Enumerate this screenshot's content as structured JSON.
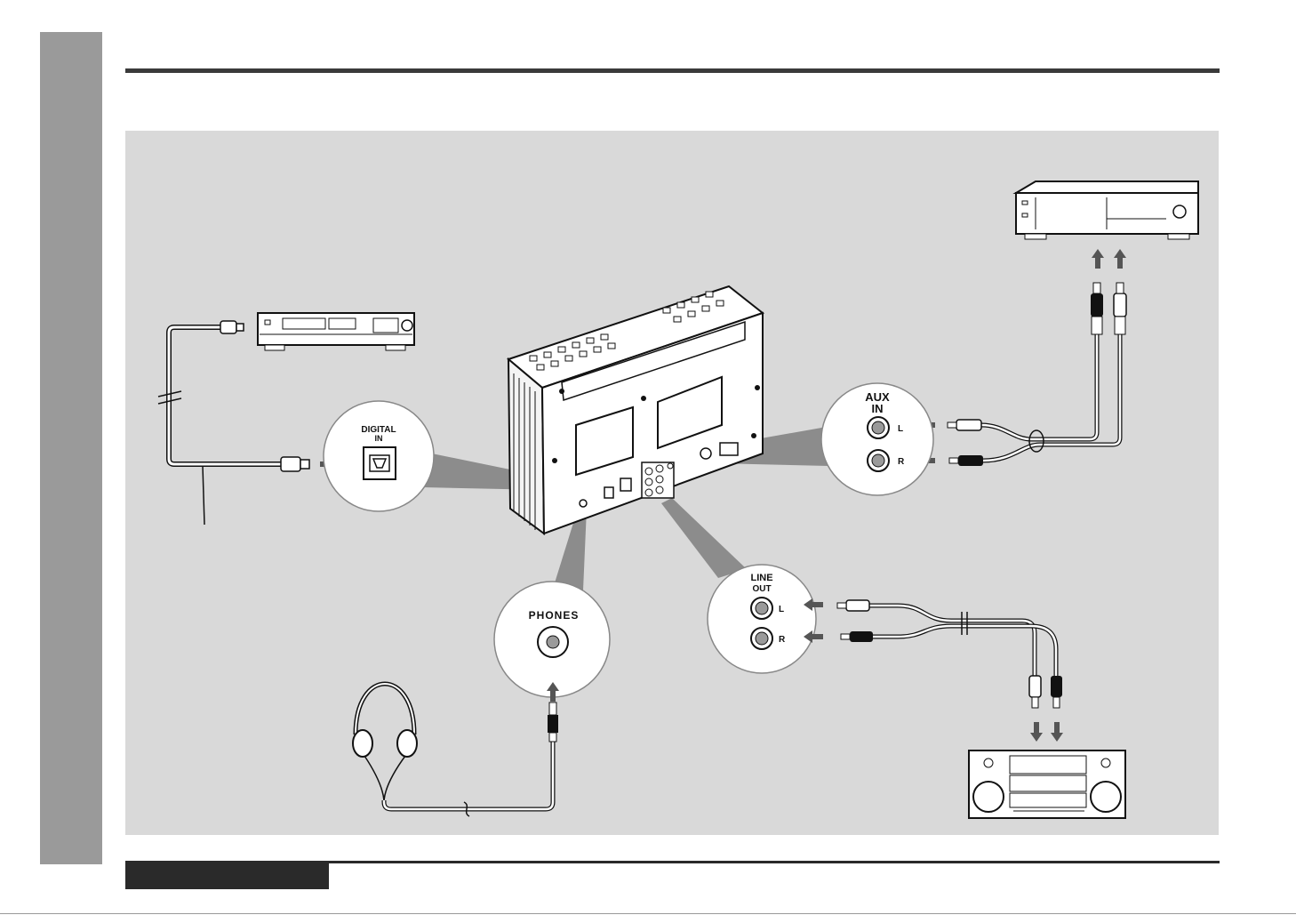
{
  "labels": {
    "digital_title": "DIGITAL",
    "digital_sub": "IN",
    "aux_title": "AUX",
    "aux_sub": "IN",
    "aux_left": "L",
    "aux_right": "R",
    "line_title": "LINE",
    "line_sub": "OUT",
    "line_left": "L",
    "line_right": "R",
    "phones": "PHONES"
  },
  "icons": [
    "cd-player-icon",
    "vcr-icon",
    "boombox-icon",
    "headphones-icon",
    "main-unit-rear-icon",
    "rca-plug-icon",
    "optical-plug-icon",
    "arrow-icon"
  ],
  "colors": {
    "panel": "#d9d9d9",
    "side_tab": "#9a9a9a",
    "rule": "#2a2a2a",
    "callout_wedge": "#8c8c8c"
  }
}
